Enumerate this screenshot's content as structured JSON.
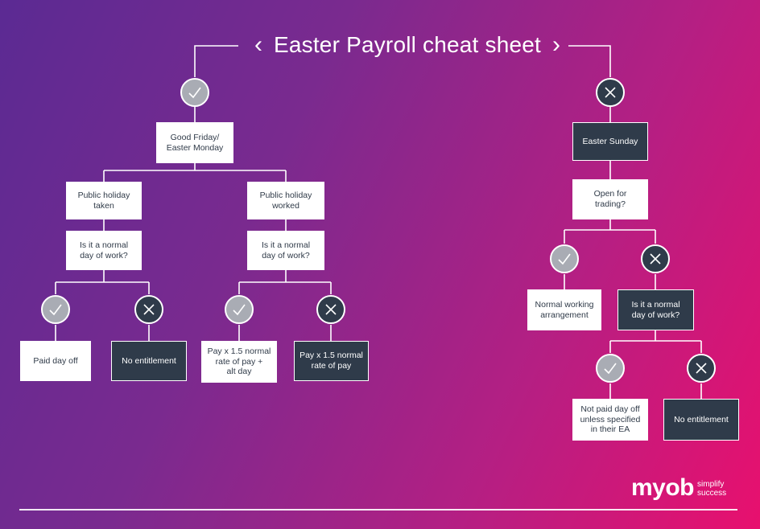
{
  "title": "Easter Payroll cheat sheet",
  "nodes": {
    "good_friday": "Good Friday/\nEaster Monday",
    "ph_taken": "Public holiday\ntaken",
    "ph_worked": "Public holiday\nworked",
    "normal_day_left": "Is it a normal\nday of work?",
    "normal_day_mid": "Is it a normal\nday of work?",
    "paid_day_off": "Paid day off",
    "no_entitlement_left": "No entitlement",
    "pay_15_alt": "Pay x 1.5 normal\nrate of pay +\nalt day",
    "pay_15": "Pay x 1.5 normal\nrate of pay",
    "easter_sunday": "Easter Sunday",
    "open_trading": "Open for\ntrading?",
    "normal_working": "Normal working\narrangement",
    "normal_day_right": "Is it a normal\nday of work?",
    "not_paid": "Not paid day off\nunless specified\nin their EA",
    "no_entitlement_right": "No entitlement"
  },
  "icons": {
    "top_left": "check-icon",
    "top_right": "cross-icon",
    "left_yes": "check-icon",
    "left_no": "cross-icon",
    "mid_yes": "check-icon",
    "mid_no": "cross-icon",
    "open_yes": "check-icon",
    "open_no": "cross-icon",
    "right_yes": "check-icon",
    "right_no": "cross-icon"
  },
  "brand": {
    "name": "myob",
    "tagline_1": "simplify",
    "tagline_2": "success"
  },
  "colors": {
    "background_start": "#5b2a93",
    "background_end": "#e8106e",
    "dark_box": "#2f3b4a",
    "light_box": "#ffffff",
    "check_fill": "#a9acb4"
  }
}
